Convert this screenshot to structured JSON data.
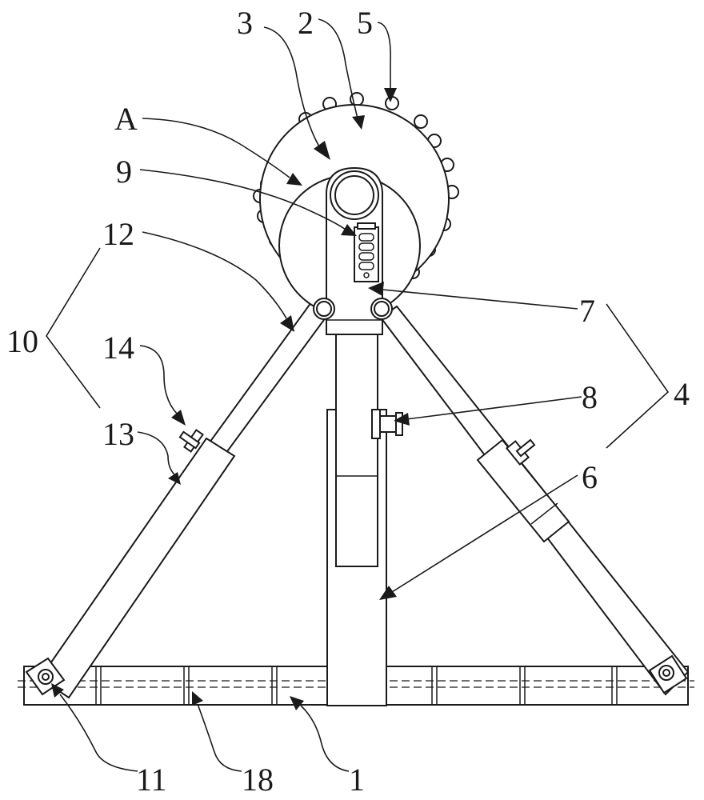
{
  "labels": {
    "l3": "3",
    "l2": "2",
    "l5": "5",
    "lA": "A",
    "l9": "9",
    "l12": "12",
    "l10": "10",
    "l14": "14",
    "l13": "13",
    "l7": "7",
    "l8": "8",
    "l4": "4",
    "l6": "6",
    "l11": "11",
    "l18": "18",
    "l1": "1"
  }
}
